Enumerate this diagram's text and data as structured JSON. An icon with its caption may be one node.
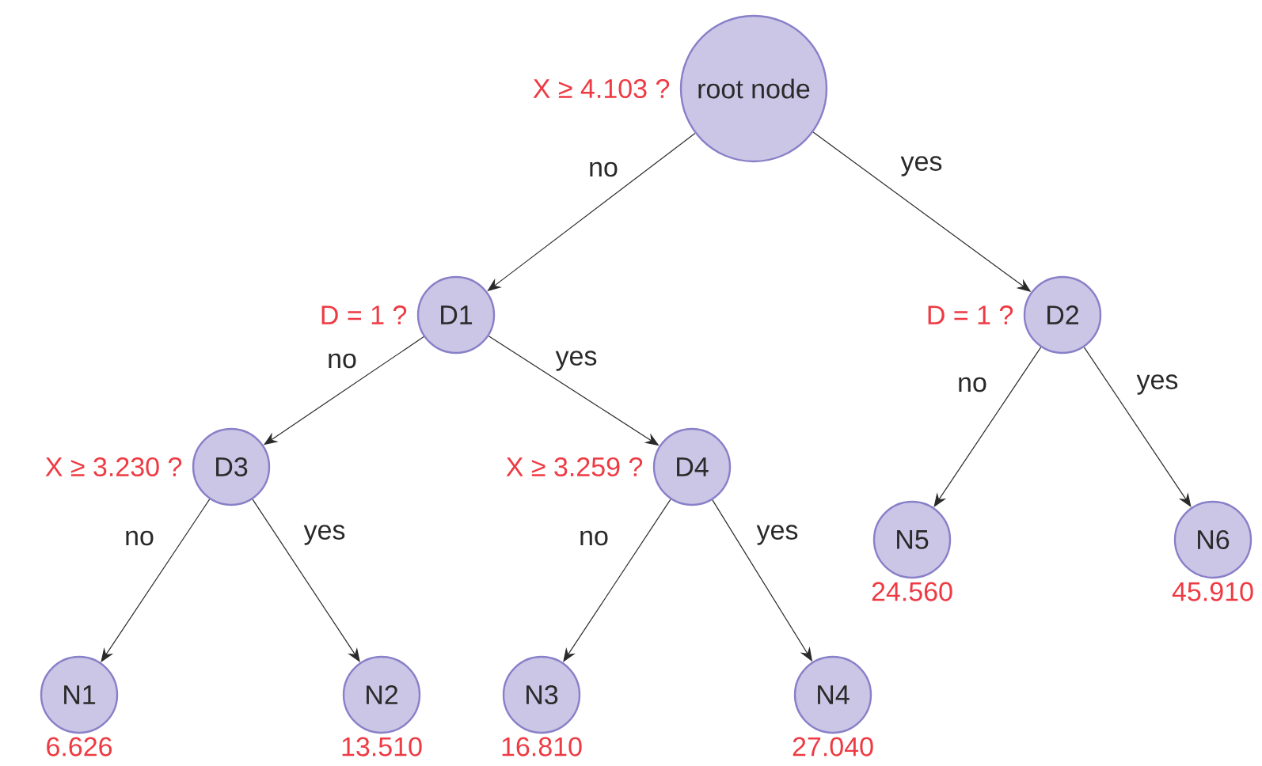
{
  "diagram": {
    "nodes": [
      {
        "text": [
          "root node"
        ],
        "beside": [
          "X ≥ 4.103 ?"
        ]
      },
      {
        "text": [
          "D1"
        ],
        "beside": [
          "D = 1 ?"
        ]
      },
      {
        "text": [
          "D2"
        ],
        "beside": [
          "D = 1 ?"
        ]
      },
      {
        "text": [
          "D3"
        ],
        "beside": [
          "X ≥ 3.230 ?"
        ]
      },
      {
        "text": [
          "D4"
        ],
        "beside": [
          "X ≥ 3.259 ?"
        ]
      },
      {
        "text": [
          "N5"
        ],
        "beside": [
          "24.560"
        ]
      },
      {
        "text": [
          "N6"
        ],
        "beside": [
          "45.910"
        ]
      },
      {
        "text": [
          "N1"
        ],
        "beside": [
          "6.626"
        ]
      },
      {
        "text": [
          "N2"
        ],
        "beside": [
          "13.510"
        ]
      },
      {
        "text": [
          "N3"
        ],
        "beside": [
          "16.810"
        ]
      },
      {
        "text": [
          "N4"
        ],
        "beside": [
          "27.040"
        ]
      }
    ],
    "edges": [
      {
        "from": 0,
        "to": 1,
        "arrow": "to",
        "label": "no"
      },
      {
        "from": 0,
        "to": 2,
        "arrow": "to",
        "label": "yes"
      },
      {
        "from": 1,
        "to": 3,
        "arrow": "to",
        "label": "no"
      },
      {
        "from": 1,
        "to": 4,
        "arrow": "to",
        "label": "yes"
      },
      {
        "from": 2,
        "to": 5,
        "arrow": "to",
        "label": "no"
      },
      {
        "from": 2,
        "to": 6,
        "arrow": "to",
        "label": "yes"
      },
      {
        "from": 3,
        "to": 7,
        "arrow": "to",
        "label": "no"
      },
      {
        "from": 3,
        "to": 8,
        "arrow": "to",
        "label": "yes"
      },
      {
        "from": 4,
        "to": 9,
        "arrow": "to",
        "label": "no"
      },
      {
        "from": 4,
        "to": 10,
        "arrow": "to",
        "label": "yes"
      }
    ]
  }
}
